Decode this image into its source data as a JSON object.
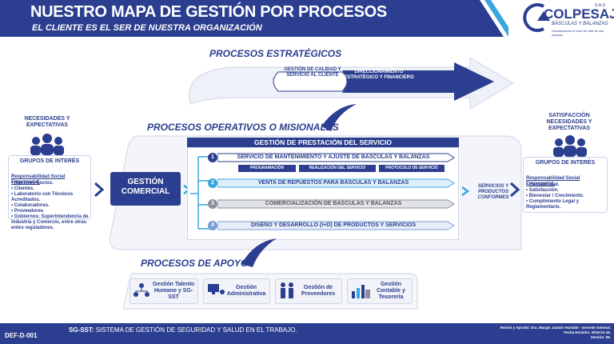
{
  "header": {
    "title": "NUESTRO MAPA DE GESTIÓN POR PROCESOS",
    "subtitle": "EL CLIENTE ES EL SER DE NUESTRA ORGANIZACIÓN",
    "logo_name": "COLPESAJE",
    "logo_suffix": "S.A.S",
    "logo_tagline": "BÁSCULAS Y BALANZAS",
    "logo_slogan": "Garantizamos el nivel de vida de sus equipos"
  },
  "strategic": {
    "title": "PROCESOS ESTRATÉGICOS",
    "item1": "GESTIÓN DE CALIDAD Y SERVICIO AL CLIENTE",
    "item2": "GESTIÓN DE DIRECCIONAMIENTO ESTRATÉGICO Y FINANCIERO"
  },
  "left": {
    "top_label": "NECESIDADES Y EXPECTATIVAS",
    "group_title": "GRUPOS DE INTERÉS",
    "rse": "Responsabilidad Social Empresarial.",
    "items": [
      "Nuestros Socios.",
      "Clientes.",
      "Laboratorio con Técnicos Acreditados.",
      "Colaboradores.",
      "Proveedores",
      "Gobiernos: Superintendencia de Industria y Comercio, entre otras entes reguladores."
    ]
  },
  "right": {
    "top_label": "SATISFACCIÓN NECESIDADES Y EXPECTATIVAS",
    "group_title": "GRUPOS DE INTERÉS",
    "rse": "Responsabilidad Social Empresarial.",
    "items": [
      "Rentabilidad.",
      "Satisfacción.",
      "Bienestar / Crecimiento.",
      "Cumplimiento Legal y Reglamentario."
    ]
  },
  "operative": {
    "title": "PROCESOS OPERATIVOS O MISIONALES",
    "service_title": "GESTIÓN DE PRESTACIÓN DEL SERVICIO",
    "commercial": "GESTIÓN COMERCIAL",
    "rows": [
      {
        "num": "1",
        "label": "SERVICIO DE MANTENIMIENTO Y AJUSTE DE BÁSCULAS Y BALANZAS"
      },
      {
        "num": "2",
        "label": "VENTA DE REPUESTOS PARA BÁSCULAS Y BALANZAS"
      },
      {
        "num": "3",
        "label": "COMERCIALIZACIÓN DE BÁSCULAS Y BALANZAS"
      },
      {
        "num": "4",
        "label": "DISEÑO Y DESARROLLO (I+D) DE PRODUCTOS Y SERVICIOS"
      }
    ],
    "tags": [
      "PROGRAMACIÓN",
      "REALIZACIÓN DEL SERVICIO",
      "PROTOCOLO DE SERVICIO"
    ],
    "output": "SERVICIOS Y PRODUCTOS CONFORMES"
  },
  "support": {
    "title": "PROCESOS DE APOYO",
    "items": [
      "Gestión Talento Humano y SG-SST",
      "Gestión Administrativa",
      "Gestión de Proveedores",
      "Gestión Contable y Tesorería"
    ]
  },
  "footer": {
    "code": "DEF-D-001",
    "sgsst_bold": "SG-SST:",
    "sgsst_text": "SISTEMA DE GESTIÓN DE SEGURIDAD Y SALUD EN EL TRABAJO.",
    "review": "Revisó y Aprobó: Dra. Margin Jazmín Hurtado - Gerente General.",
    "date": "Fecha Emisión: 2019-01-16.",
    "version": "Versión: 06."
  },
  "colors": {
    "primary": "#2b3e8f",
    "accent": "#3aa6e0",
    "grey": "#8a8f99",
    "light": "#e8ecf6"
  }
}
